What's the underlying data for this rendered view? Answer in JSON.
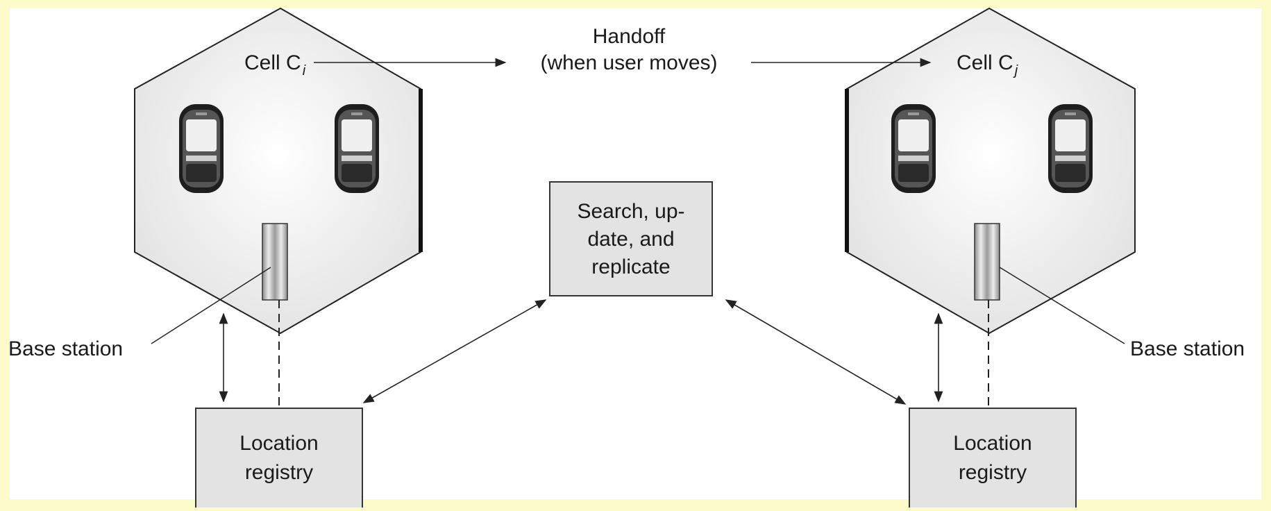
{
  "diagram": {
    "cell_left": {
      "label": "Cell C",
      "subscript": "i"
    },
    "cell_right": {
      "label": "Cell C",
      "subscript": "j"
    },
    "handoff": {
      "line1": "Handoff",
      "line2": "(when user moves)"
    },
    "base_station_left": "Base station",
    "base_station_right": "Base station",
    "search_box": {
      "line1": "Search, up-",
      "line2": "date, and",
      "line3": "replicate"
    },
    "registry_left": {
      "line1": "Location",
      "line2": "registry"
    },
    "registry_right": {
      "line1": "Location",
      "line2": "registry"
    },
    "colors": {
      "background": "#fdfbc9",
      "panel": "#ffffff",
      "box_fill": "#e3e3e3",
      "stroke": "#222222"
    }
  }
}
